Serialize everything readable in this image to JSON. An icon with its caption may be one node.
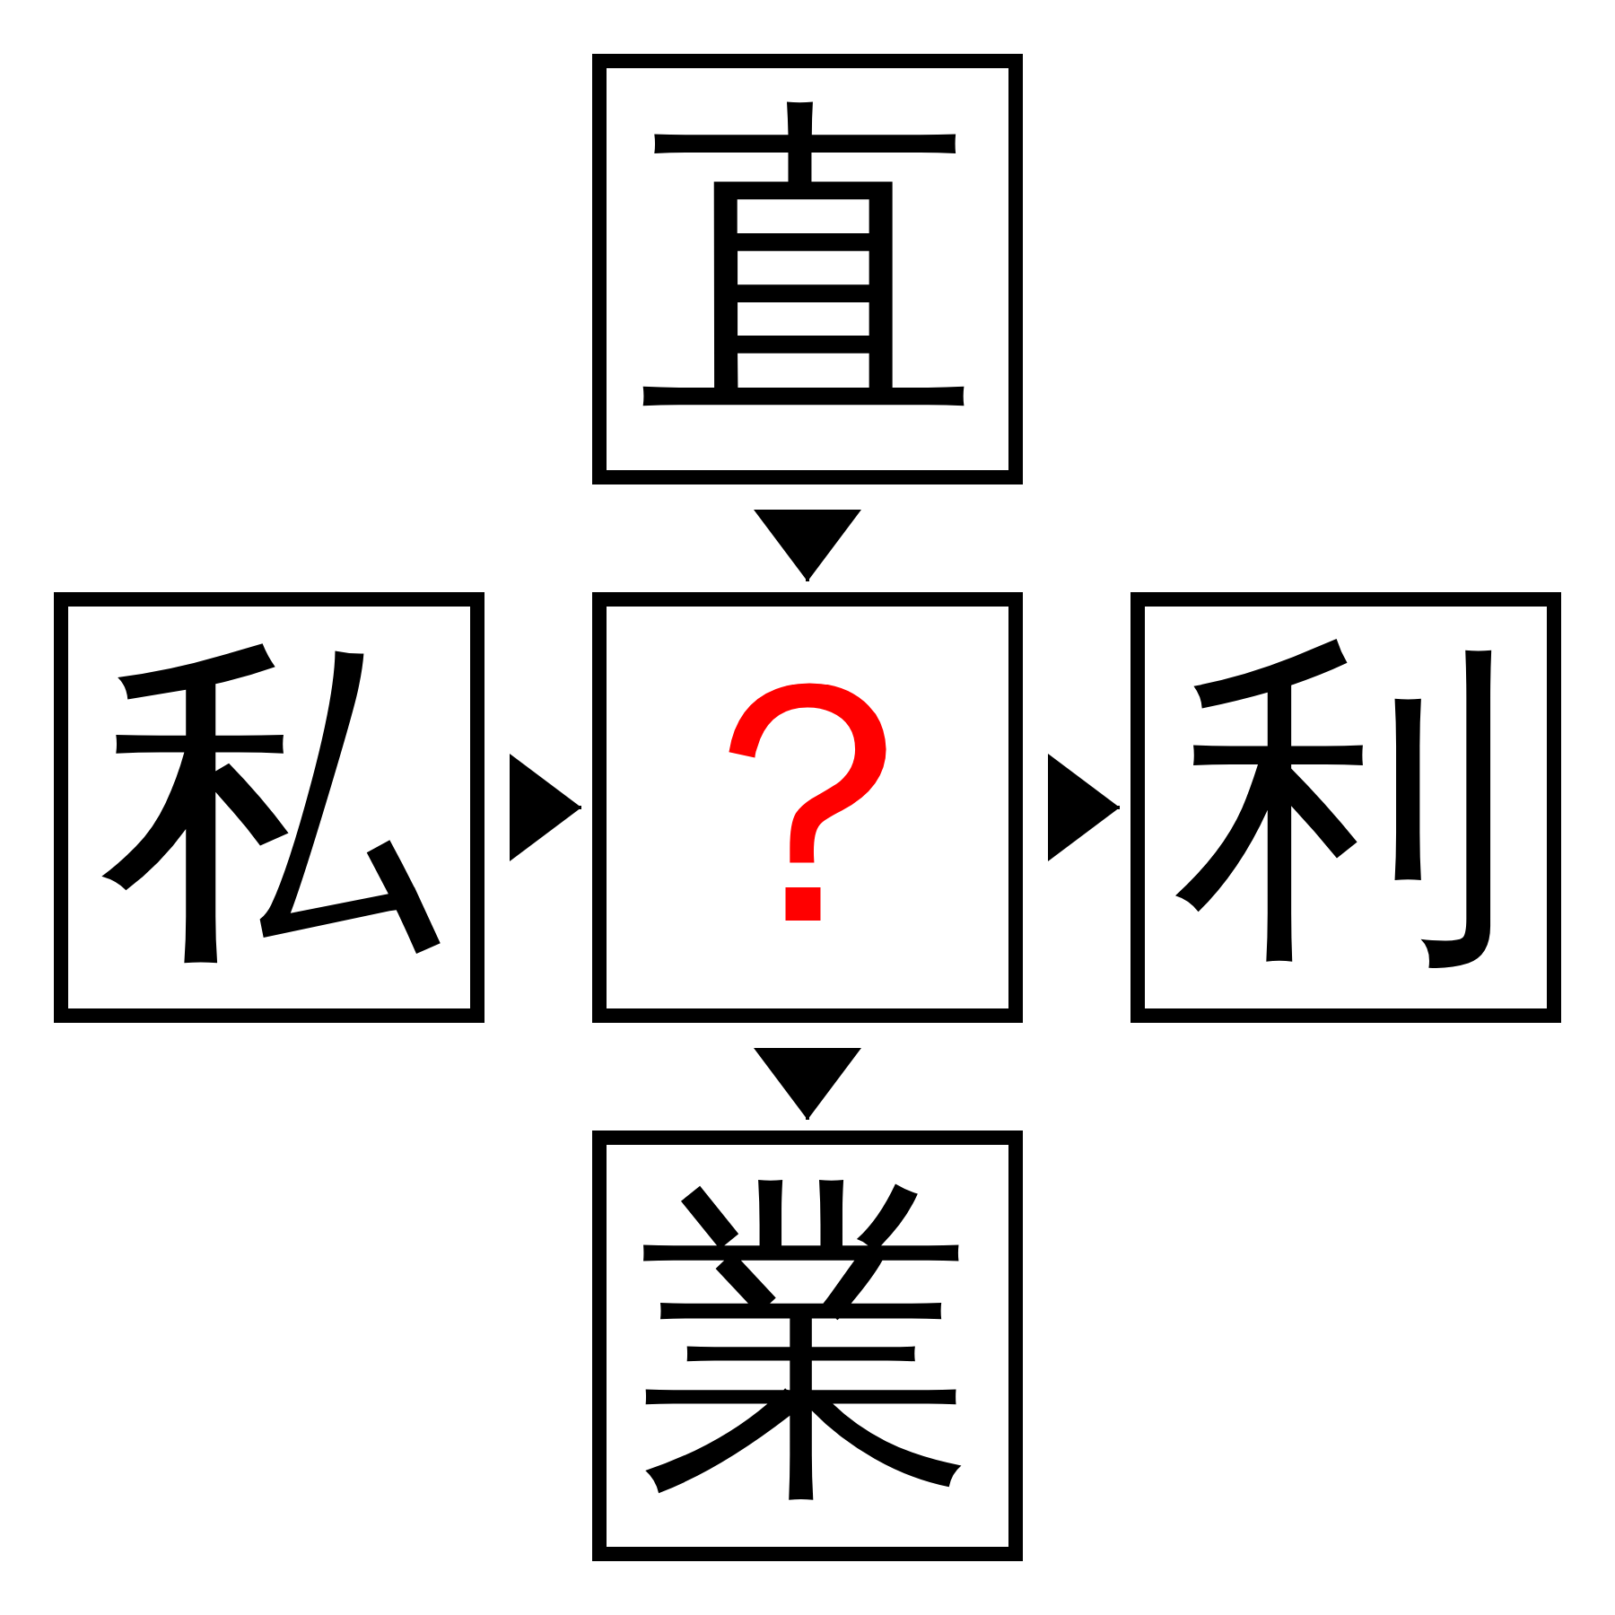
{
  "diagram": {
    "nodes": [
      {
        "text": [
          "直"
        ]
      },
      {
        "text": [
          "私"
        ]
      },
      {
        "text": [
          "？"
        ]
      },
      {
        "text": [
          "利"
        ]
      },
      {
        "text": [
          "業"
        ]
      }
    ],
    "edges": [
      {
        "from": 0,
        "to": 2,
        "arrow": "to"
      },
      {
        "from": 1,
        "to": 2,
        "arrow": "to"
      },
      {
        "from": 2,
        "to": 3,
        "arrow": "to"
      },
      {
        "from": 2,
        "to": 4,
        "arrow": "to"
      }
    ]
  }
}
